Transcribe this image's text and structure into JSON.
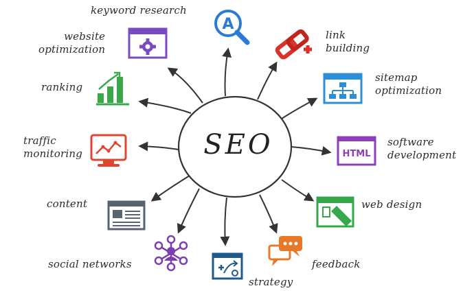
{
  "center_label": "SEO",
  "topics": [
    {
      "id": "keyword-research",
      "label": "keyword research",
      "icon": "magnifier-a-icon",
      "color": "#2b7bd6"
    },
    {
      "id": "link-building",
      "label": "link\nbuilding",
      "icon": "chain-link-icon",
      "color": "#d9322b"
    },
    {
      "id": "sitemap-optimization",
      "label": "sitemap\noptimization",
      "icon": "sitemap-icon",
      "color": "#2a8fd6"
    },
    {
      "id": "software-development",
      "label": "software\ndevelopment",
      "icon": "html-icon",
      "color": "#8e3fb8",
      "icon_text": "HTML"
    },
    {
      "id": "web-design",
      "label": "web design",
      "icon": "web-design-icon",
      "color": "#35a84a"
    },
    {
      "id": "feedback",
      "label": "feedback",
      "icon": "speech-bubbles-icon",
      "color": "#e8792a"
    },
    {
      "id": "strategy",
      "label": "strategy",
      "icon": "strategy-board-icon",
      "color": "#1e5b8c"
    },
    {
      "id": "social-networks",
      "label": "social networks",
      "icon": "network-people-icon",
      "color": "#7c3db0"
    },
    {
      "id": "content",
      "label": "content",
      "icon": "content-page-icon",
      "color": "#5a6470"
    },
    {
      "id": "traffic-monitoring",
      "label": "traffic\nmonitoring",
      "icon": "monitor-chart-icon",
      "color": "#e0452f"
    },
    {
      "id": "ranking",
      "label": "ranking",
      "icon": "bar-chart-icon",
      "color": "#3aa84a"
    },
    {
      "id": "website-optimization",
      "label": "website\noptimization",
      "icon": "browser-gear-icon",
      "color": "#7a4ac0"
    }
  ]
}
